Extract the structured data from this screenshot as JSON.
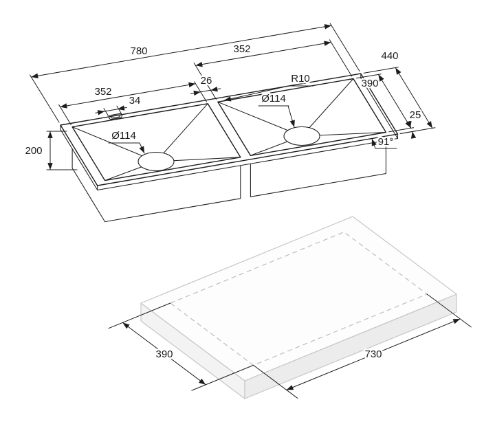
{
  "drawing": {
    "kind": "double-bowl sink technical drawing with countertop cutout template",
    "colors": {
      "line": "#1c1c1c",
      "dimension_text": "#1c1c1c",
      "slab_stroke": "#c6c6c6",
      "slab_top": "#fdfdfd",
      "slab_side": "#ececec",
      "background": "#ffffff"
    },
    "sink": {
      "overall_width": "780",
      "right_bowl_width": "352",
      "left_bowl_width": "352",
      "overall_depth": "440",
      "bowl_depth": "390",
      "bowl_height": "200",
      "divider_width": "26",
      "faucet_hole_width": "34",
      "corner_radius": "R10",
      "drain_left": "Ø114",
      "drain_right": "Ø114",
      "edge_border": "25",
      "wall_angle": "91°"
    },
    "cutout": {
      "depth": "390",
      "length": "730"
    }
  }
}
